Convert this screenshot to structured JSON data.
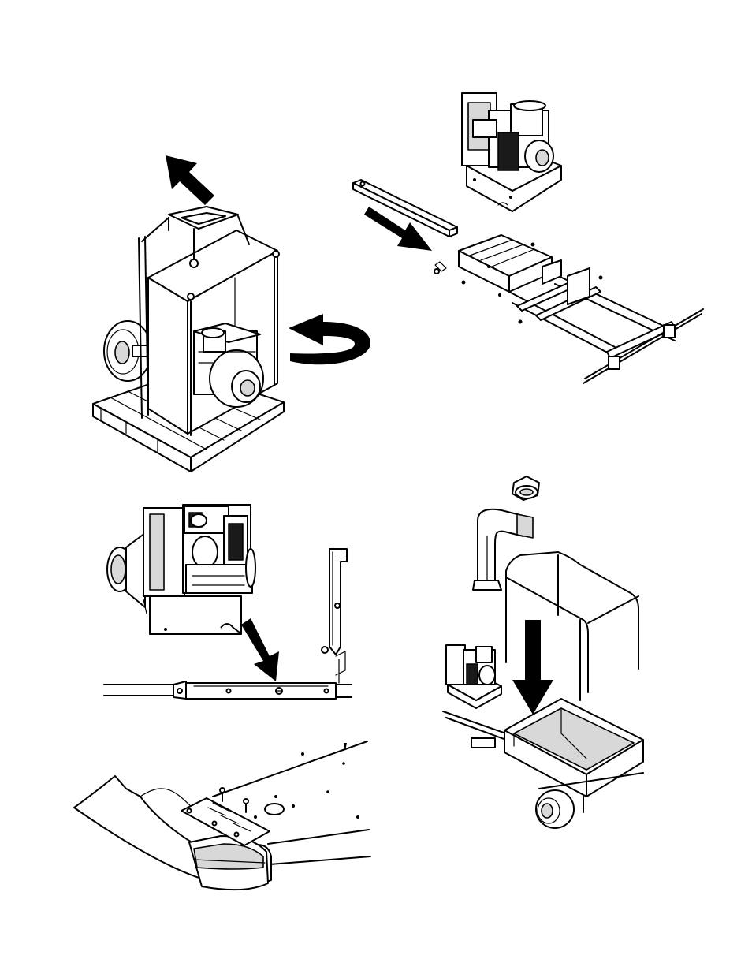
{
  "panels": [
    {
      "id": "unpack-crate",
      "icons": [
        "lift-arrow-icon",
        "rotate-arrow-icon"
      ]
    },
    {
      "id": "frame-assembly",
      "icons": [
        "insert-arrow-icon"
      ]
    },
    {
      "id": "mount-engine-on-tube",
      "icons": [
        "place-arrow-icon"
      ]
    },
    {
      "id": "cart-assembly",
      "icons": [
        "lower-arrow-icon"
      ]
    },
    {
      "id": "hose-adapter-plate",
      "icons": []
    }
  ],
  "colors": {
    "line": "#000000",
    "shade": "#d8d8d8",
    "background": "#ffffff"
  }
}
